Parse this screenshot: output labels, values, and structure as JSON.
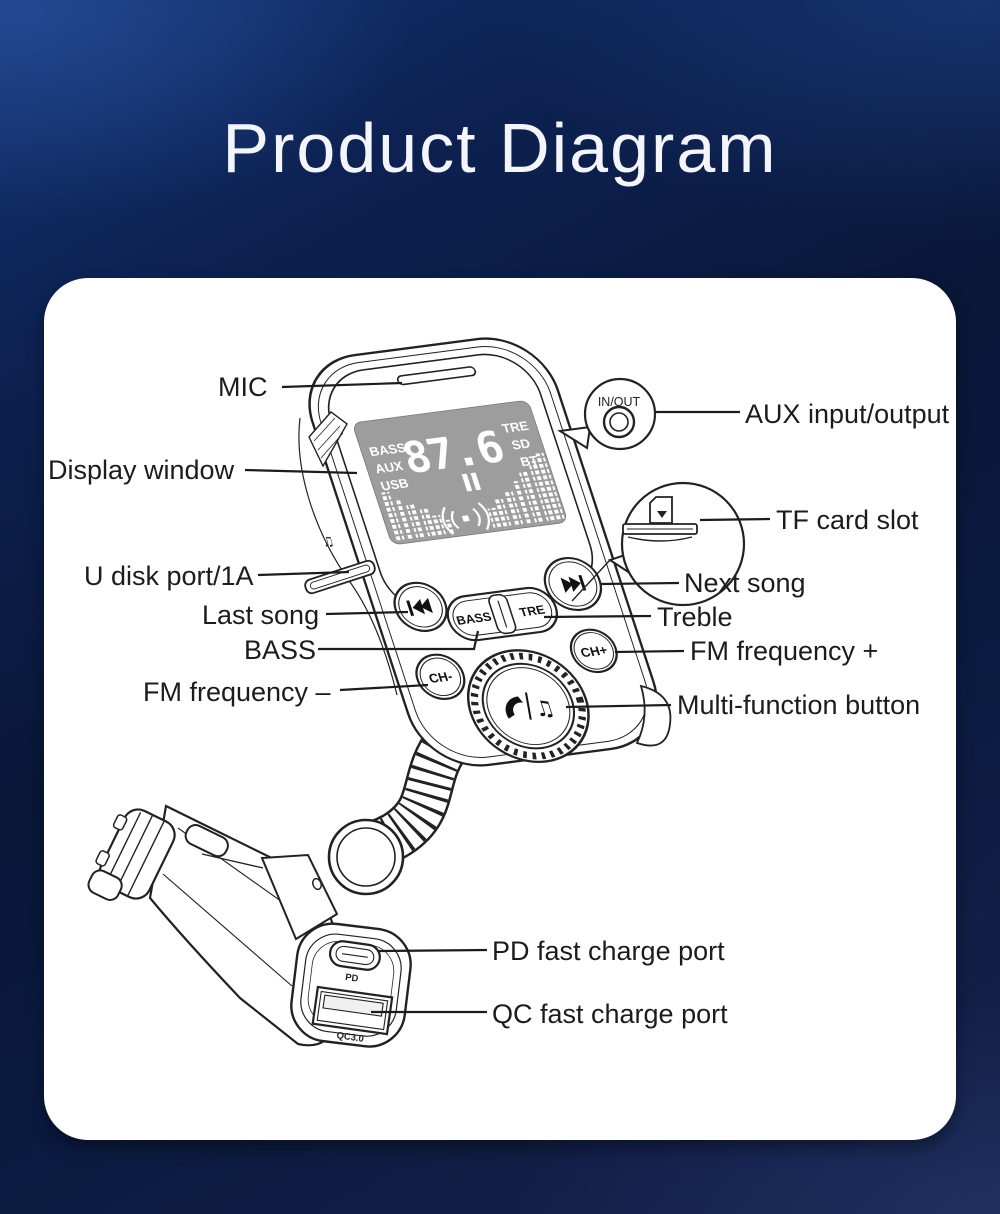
{
  "title": "Product Diagram",
  "labels": {
    "mic": "MIC",
    "display_window": "Display window",
    "u_disk": "U disk port/1A",
    "last_song": "Last song",
    "bass": "BASS",
    "fm_minus": "FM frequency –",
    "aux": "AUX input/output",
    "tf": "TF card slot",
    "next_song": "Next song",
    "treble": "Treble",
    "fm_plus": "FM frequency +",
    "multi": "Multi-function button",
    "pd": "PD fast charge port",
    "qc": "QC fast charge port"
  },
  "device": {
    "lcd": {
      "indicators_left": [
        "BASS",
        "AUX",
        "USB"
      ],
      "frequency": "87.6",
      "indicators_right": [
        "TRE",
        "SD",
        "BT"
      ]
    },
    "buttons": {
      "bass": "BASS",
      "tre": "TRE",
      "ch_minus": "CH-",
      "ch_plus": "CH+"
    },
    "callout_aux": "IN/OUT",
    "port_pd": "PD",
    "port_qc": "QC3.0"
  },
  "colors": {
    "background_navy": "#0a1a3f",
    "card": "#ffffff",
    "line_art": "#222222",
    "lcd_panel": "#9d9d9d",
    "lcd_text": "#ffffff",
    "label_text": "#1c1c1c"
  }
}
